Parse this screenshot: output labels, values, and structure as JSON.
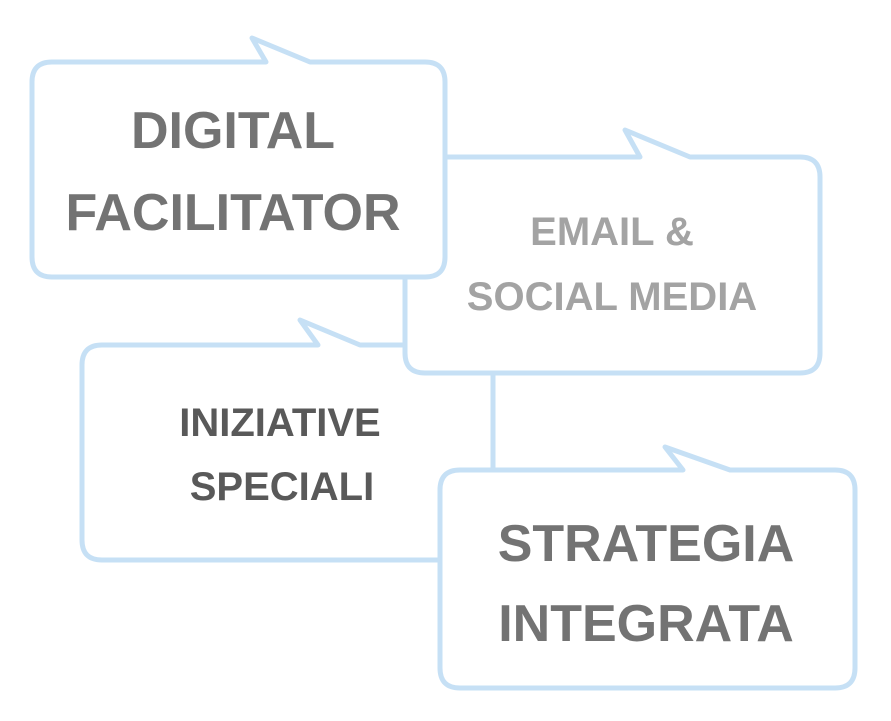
{
  "bubbles": [
    {
      "line1": "DIGITAL",
      "line2": "FACILITATOR",
      "color": "#737373"
    },
    {
      "line1": "EMAIL &",
      "line2": "SOCIAL MEDIA",
      "color": "#a3a3a3"
    },
    {
      "line1": "INIZIATIVE",
      "line2": "SPECIALI",
      "color": "#595959"
    },
    {
      "line1": "STRATEGIA",
      "line2": "INTEGRATA",
      "color": "#737373"
    }
  ],
  "stroke_color": "#c6e0f5"
}
